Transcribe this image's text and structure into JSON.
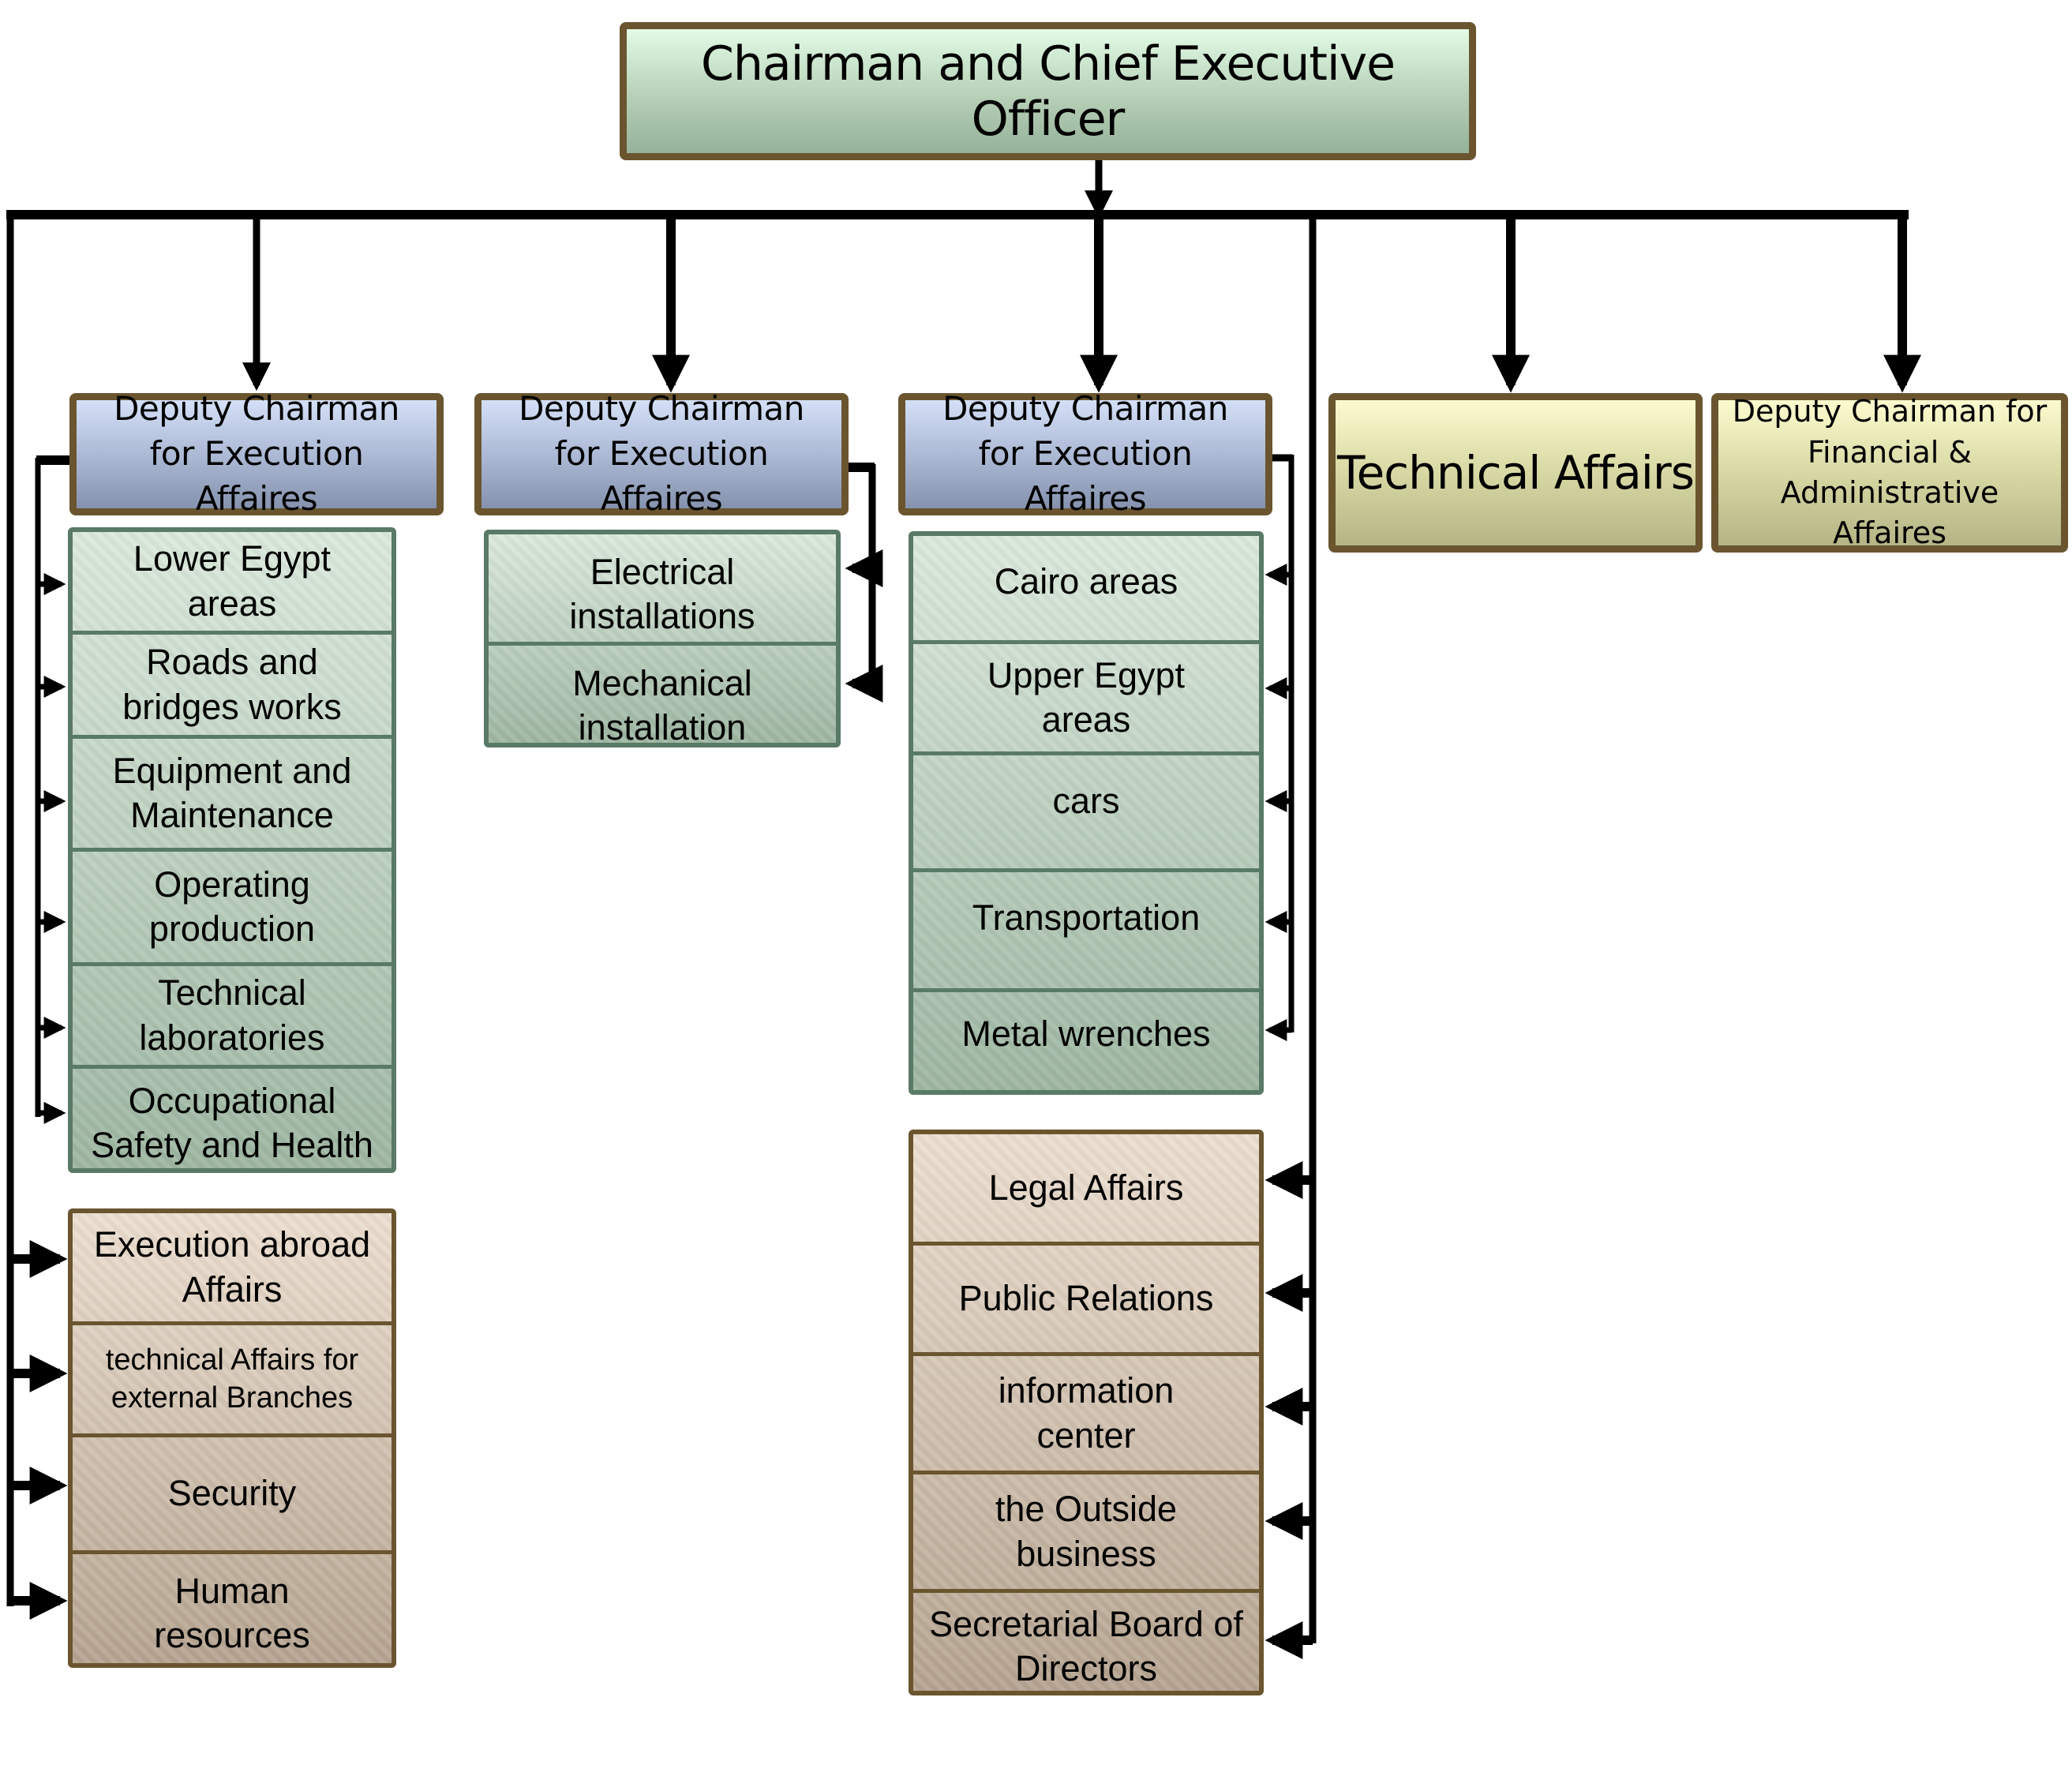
{
  "title": "Organizational Chart",
  "ceo": {
    "label": "Chairman and Chief Executive Officer"
  },
  "deputies": [
    {
      "label": "Deputy Chairman for Execution Affaires"
    },
    {
      "label": "Deputy Chairman for Execution Affaires"
    },
    {
      "label": "Deputy Chairman for Execution Affaires"
    }
  ],
  "technical_affairs": {
    "label": "Technical Affairs"
  },
  "financial_deputy": {
    "label": "Deputy Chairman for Financial & Administrative Affaires"
  },
  "left_units": [
    "Lower Egypt areas",
    "Roads and bridges works",
    "Equipment and Maintenance",
    "Operating production",
    "Technical laboratories",
    "Occupational Safety and Health"
  ],
  "middle_units": [
    "Electrical installations",
    "Mechanical installation"
  ],
  "right_units": [
    "Cairo areas",
    "Upper Egypt areas",
    "cars",
    "Transportation",
    "Metal wrenches"
  ],
  "ceo_direct_left": [
    "Execution abroad Affairs",
    "technical Affairs for external Branches",
    "Security",
    "Human resources"
  ],
  "ceo_direct_right": [
    "Legal Affairs",
    "Public Relations",
    "information center",
    "the Outside business",
    "Secretarial Board of Directors"
  ],
  "colors": {
    "box_border": "#6a552f",
    "ceo_fill": "#b6cfb6",
    "deputy_fill": "#a9b6d2",
    "yellow_fill": "#d8d8a4",
    "green_unit_fill": "#c4d6c6",
    "green_unit_border": "#587a66",
    "brown_unit_fill": "#d8c8b6",
    "connector": "#000000"
  }
}
